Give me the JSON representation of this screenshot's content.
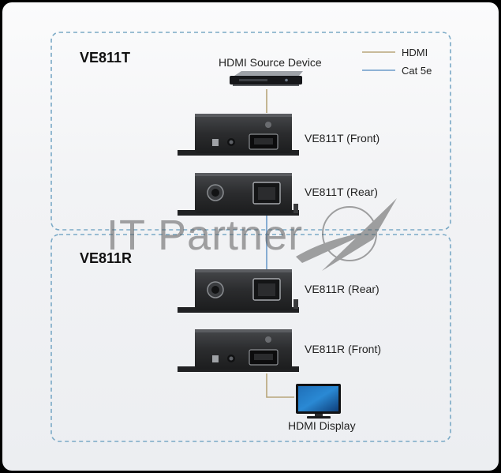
{
  "sections": {
    "transmitter": {
      "title": "VE811T"
    },
    "receiver": {
      "title": "VE811R"
    }
  },
  "legend": {
    "items": [
      {
        "label": "HDMI",
        "color": "#b8a67a"
      },
      {
        "label": "Cat 5e",
        "color": "#6b9bc9"
      }
    ]
  },
  "devices": {
    "source_label": "HDMI Source Device",
    "t_front_label": "VE811T (Front)",
    "t_rear_label": "VE811T (Rear)",
    "r_rear_label": "VE811R (Rear)",
    "r_front_label": "VE811R (Front)",
    "display_label": "HDMI Display"
  },
  "watermark": {
    "text": "IT Partner"
  },
  "colors": {
    "dashed_border": "#7aa9c6",
    "device_body": "#2e2f31",
    "hdmi_line": "#b8a67a",
    "cat5_line": "#6b9bc9"
  }
}
